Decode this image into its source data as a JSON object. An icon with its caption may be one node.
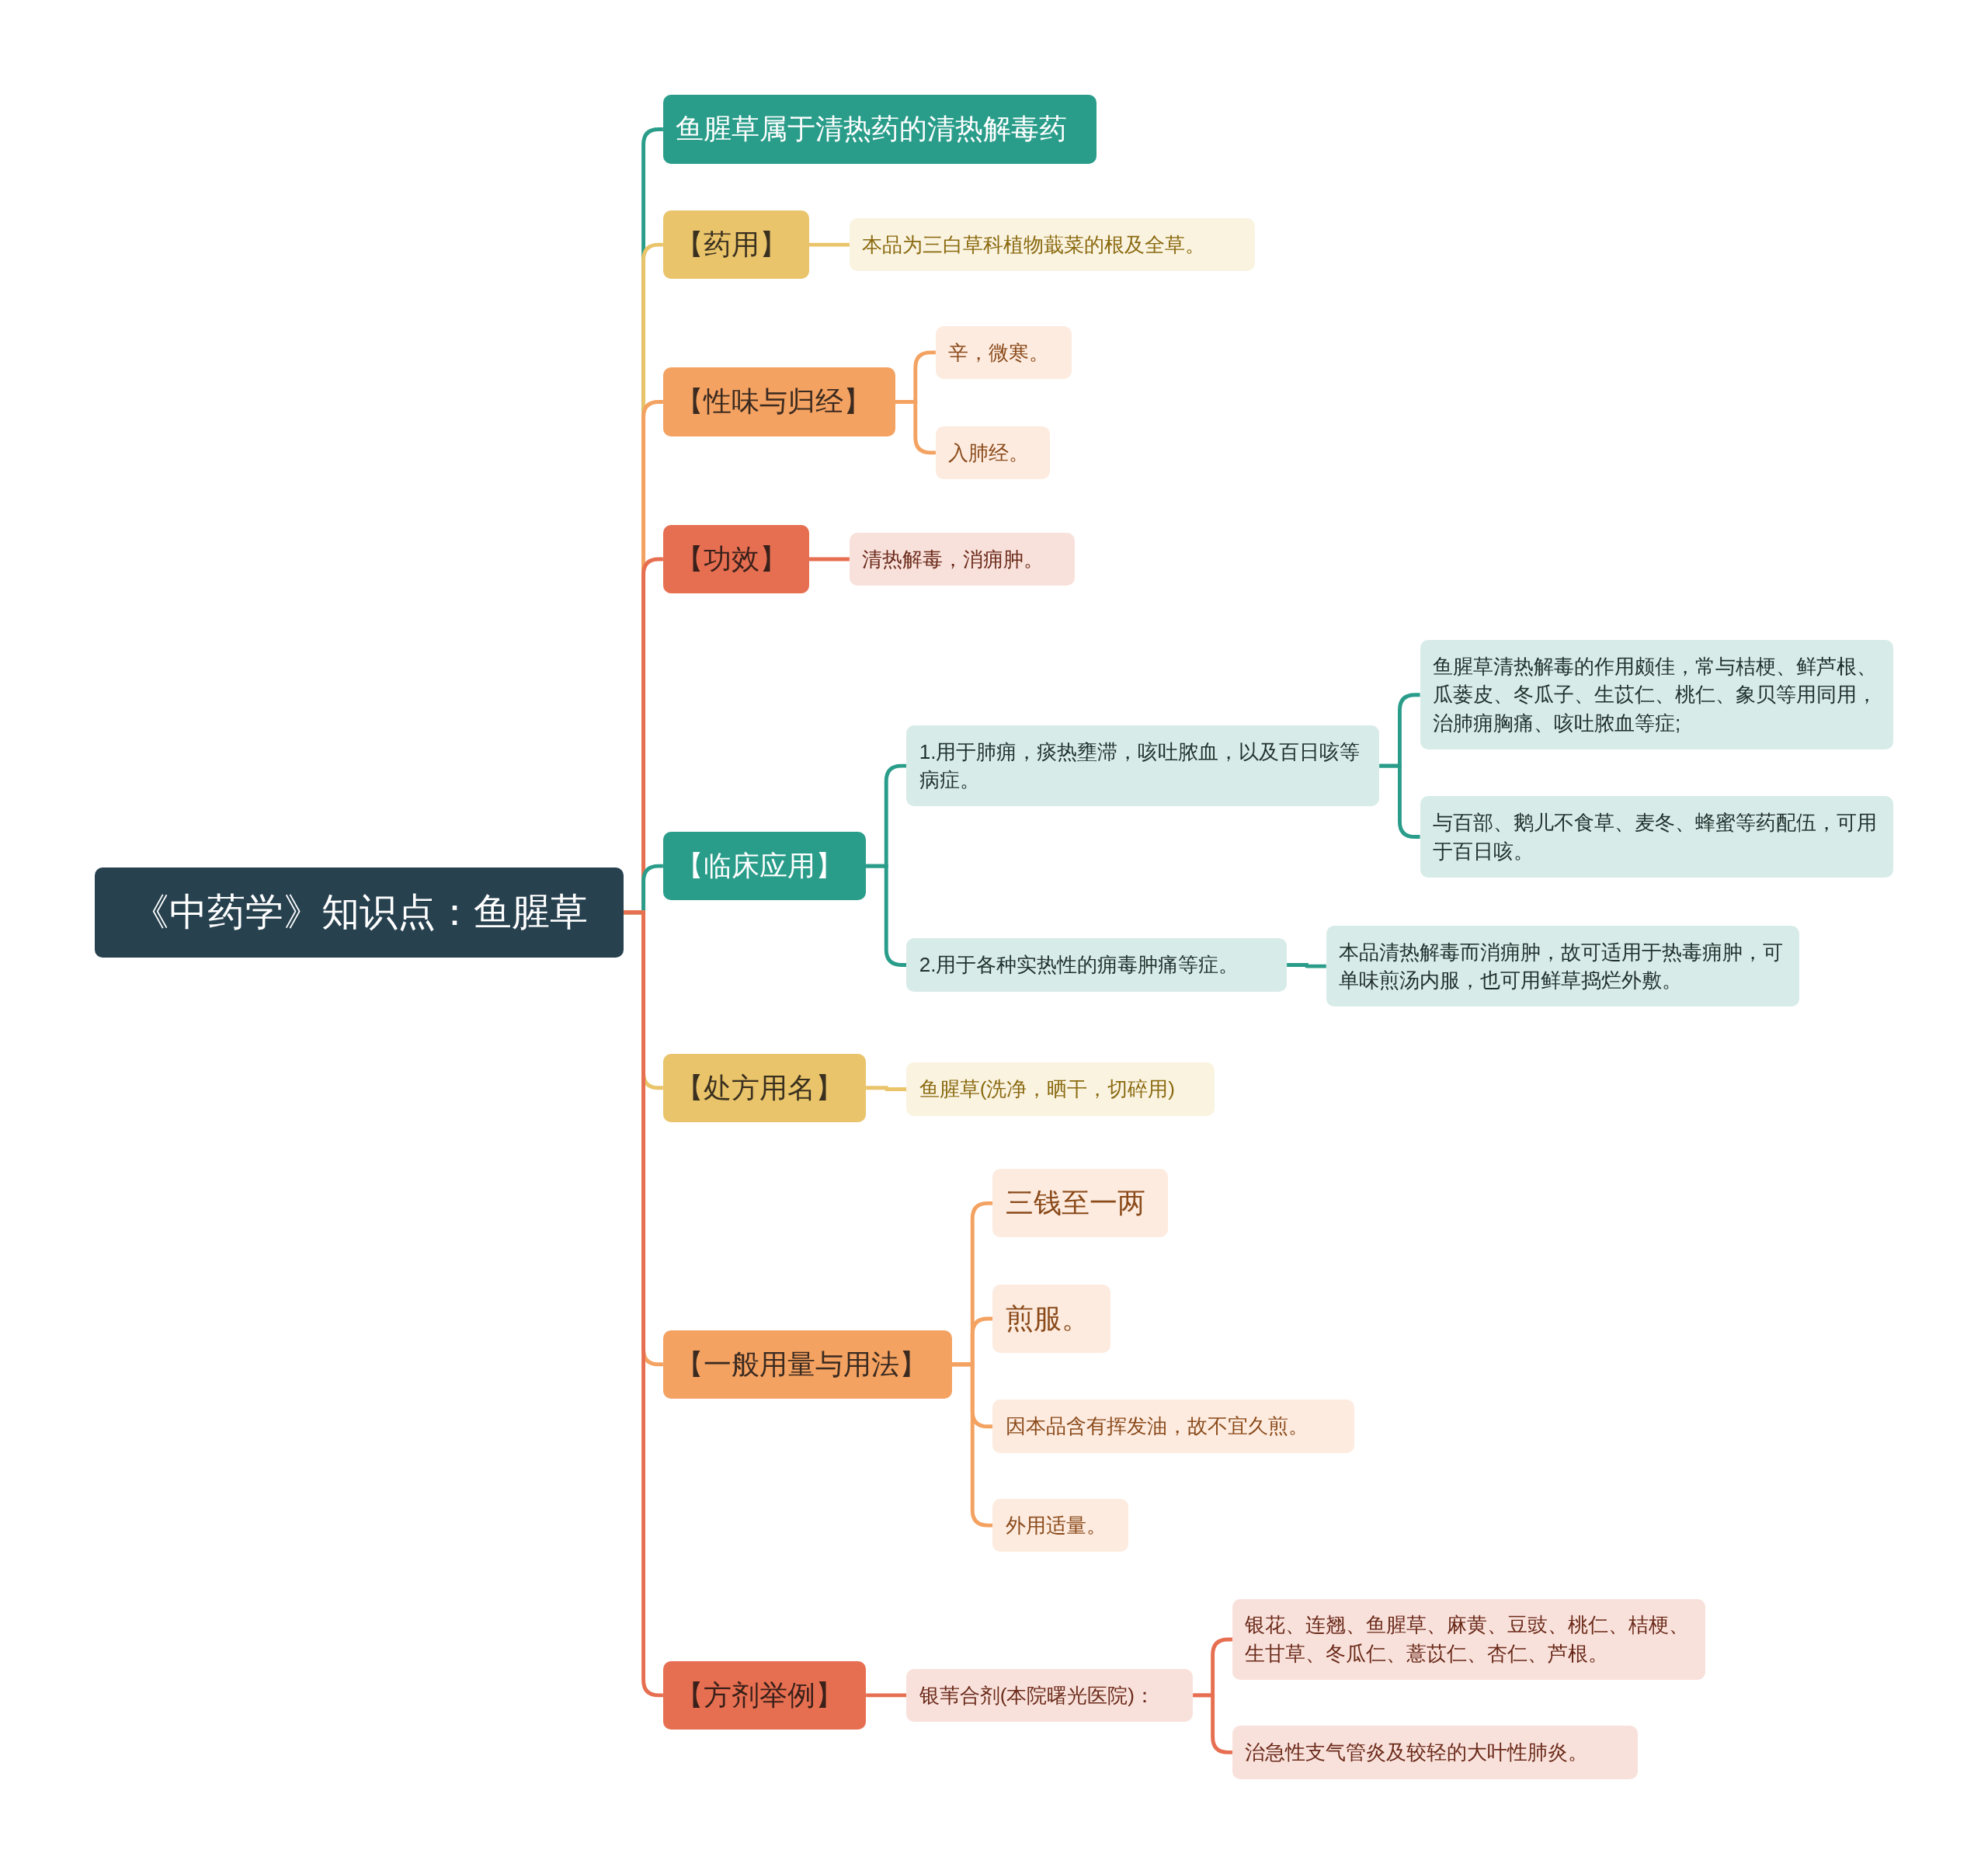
{
  "diagram": {
    "nodes": [
      {
        "text": [
          "《中药学》知识点：鱼腥草"
        ]
      },
      {
        "text": [
          "鱼腥草属于清热药的清热解毒药"
        ]
      },
      {
        "text": [
          "【药用】"
        ]
      },
      {
        "text": [
          "本品为三白草科植物蕺菜的根及全草。"
        ]
      },
      {
        "text": [
          "【性味与归经】"
        ]
      },
      {
        "text": [
          "辛，微寒。"
        ]
      },
      {
        "text": [
          "入肺经。"
        ]
      },
      {
        "text": [
          "【功效】"
        ]
      },
      {
        "text": [
          "清热解毒，消痈肿。"
        ]
      },
      {
        "text": [
          "【临床应用】"
        ]
      },
      {
        "text": [
          "1.用于肺痈，痰热壅滞，咳吐脓血，以及百日咳等病症。"
        ]
      },
      {
        "text": [
          "鱼腥草清热解毒的作用颇佳，常与桔梗、鲜芦根、瓜蒌皮、冬瓜子、生苡仁、桃仁、象贝等用同用，治肺痈胸痛、咳吐脓血等症;"
        ]
      },
      {
        "text": [
          "与百部、鹅儿不食草、麦冬、蜂蜜等药配伍，可用于百日咳。"
        ]
      },
      {
        "text": [
          "2.用于各种实热性的痈毒肿痛等症。"
        ]
      },
      {
        "text": [
          "本品清热解毒而消痈肿，故可适用于热毒痈肿，可单味煎汤内服，也可用鲜草捣烂外敷。"
        ]
      },
      {
        "text": [
          "【处方用名】"
        ]
      },
      {
        "text": [
          "鱼腥草(洗净，晒干，切碎用)"
        ]
      },
      {
        "text": [
          "【一般用量与用法】"
        ]
      },
      {
        "text": [
          "三钱至一两"
        ]
      },
      {
        "text": [
          "煎服。"
        ]
      },
      {
        "text": [
          "因本品含有挥发油，故不宜久煎。"
        ]
      },
      {
        "text": [
          "外用适量。"
        ]
      },
      {
        "text": [
          "【方剂举例】"
        ]
      },
      {
        "text": [
          "银苇合剂(本院曙光医院)："
        ]
      },
      {
        "text": [
          "银花、连翘、鱼腥草、麻黄、豆豉、桃仁、桔梗、生甘草、冬瓜仁、薏苡仁、杏仁、芦根。"
        ]
      },
      {
        "text": [
          "治急性支气管炎及较轻的大叶性肺炎。"
        ]
      }
    ],
    "edges": [
      {
        "from": 0,
        "to": 1,
        "arrow": "none",
        "color": "#2a9d8a"
      },
      {
        "from": 0,
        "to": 2,
        "arrow": "none",
        "color": "#e9c46a"
      },
      {
        "from": 2,
        "to": 3,
        "arrow": "none",
        "color": "#e9c46a"
      },
      {
        "from": 0,
        "to": 4,
        "arrow": "none",
        "color": "#f4a261"
      },
      {
        "from": 4,
        "to": 5,
        "arrow": "none",
        "color": "#f4a261"
      },
      {
        "from": 4,
        "to": 6,
        "arrow": "none",
        "color": "#f4a261"
      },
      {
        "from": 0,
        "to": 7,
        "arrow": "none",
        "color": "#e76f51"
      },
      {
        "from": 7,
        "to": 8,
        "arrow": "none",
        "color": "#e76f51"
      },
      {
        "from": 0,
        "to": 9,
        "arrow": "none",
        "color": "#2a9d8a"
      },
      {
        "from": 9,
        "to": 10,
        "arrow": "none",
        "color": "#2a9d8a"
      },
      {
        "from": 10,
        "to": 11,
        "arrow": "none",
        "color": "#2a9d8a"
      },
      {
        "from": 10,
        "to": 12,
        "arrow": "none",
        "color": "#2a9d8a"
      },
      {
        "from": 9,
        "to": 13,
        "arrow": "none",
        "color": "#2a9d8a"
      },
      {
        "from": 13,
        "to": 14,
        "arrow": "none",
        "color": "#2a9d8a"
      },
      {
        "from": 0,
        "to": 15,
        "arrow": "none",
        "color": "#e9c46a"
      },
      {
        "from": 15,
        "to": 16,
        "arrow": "none",
        "color": "#e9c46a"
      },
      {
        "from": 0,
        "to": 17,
        "arrow": "none",
        "color": "#f4a261"
      },
      {
        "from": 17,
        "to": 18,
        "arrow": "none",
        "color": "#f4a261"
      },
      {
        "from": 17,
        "to": 19,
        "arrow": "none",
        "color": "#f4a261"
      },
      {
        "from": 17,
        "to": 20,
        "arrow": "none",
        "color": "#f4a261"
      },
      {
        "from": 17,
        "to": 21,
        "arrow": "none",
        "color": "#f4a261"
      },
      {
        "from": 0,
        "to": 22,
        "arrow": "none",
        "color": "#e76f51"
      },
      {
        "from": 22,
        "to": 23,
        "arrow": "none",
        "color": "#e76f51"
      },
      {
        "from": 23,
        "to": 24,
        "arrow": "none",
        "color": "#e76f51"
      },
      {
        "from": 23,
        "to": 25,
        "arrow": "none",
        "color": "#e76f51"
      }
    ]
  }
}
